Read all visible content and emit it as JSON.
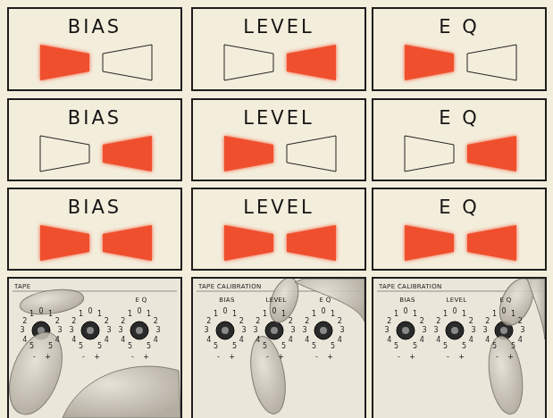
{
  "diagram": {
    "nodes": [
      {
        "text": [
          "BIAS"
        ]
      },
      {
        "text": [
          "LEVEL"
        ]
      },
      {
        "text": [
          "E Q"
        ]
      },
      {
        "text": [
          "BIAS"
        ]
      },
      {
        "text": [
          "LEVEL"
        ]
      },
      {
        "text": [
          "E Q"
        ]
      },
      {
        "text": [
          "BIAS"
        ]
      },
      {
        "text": [
          "LEVEL"
        ]
      },
      {
        "text": [
          "E Q"
        ]
      },
      {
        "text": [
          "TAPE",
          "E Q"
        ]
      },
      {
        "text": [
          "TAPE CALIBRATION",
          "BIAS",
          "LEVEL",
          "E Q"
        ]
      },
      {
        "text": [
          "TAPE CALIBRATION",
          "BIAS",
          "LEVEL",
          "E Q"
        ]
      }
    ],
    "labels": [
      "1",
      "0",
      "1",
      "2",
      "2",
      "3",
      "3",
      "4",
      "4",
      "5",
      "5",
      "-",
      "+",
      "1",
      "0",
      "1",
      "2",
      "2",
      "3",
      "3",
      "4",
      "4",
      "5",
      "5",
      "-",
      "+",
      "1",
      "0",
      "1",
      "2",
      "2",
      "3",
      "3",
      "4",
      "4",
      "5",
      "5",
      "-",
      "+",
      "1",
      "0",
      "1",
      "2",
      "2",
      "3",
      "3",
      "4",
      "4",
      "5",
      "5",
      "-",
      "+",
      "1",
      "0",
      "1",
      "2",
      "2",
      "3",
      "3",
      "4",
      "4",
      "5",
      "5",
      "-",
      "+",
      "1",
      "0",
      "1",
      "2",
      "2",
      "3",
      "3",
      "4",
      "4",
      "5",
      "5",
      "-",
      "+",
      "1",
      "0",
      "1",
      "2",
      "2",
      "3",
      "3",
      "4",
      "4",
      "5",
      "5",
      "-",
      "+",
      "1",
      "0",
      "1",
      "2",
      "2",
      "3",
      "3",
      "4",
      "4",
      "5",
      "5",
      "-",
      "+",
      "1",
      "0",
      "1",
      "2",
      "2",
      "3",
      "3",
      "4",
      "4",
      "5",
      "5",
      "-",
      "+"
    ]
  }
}
